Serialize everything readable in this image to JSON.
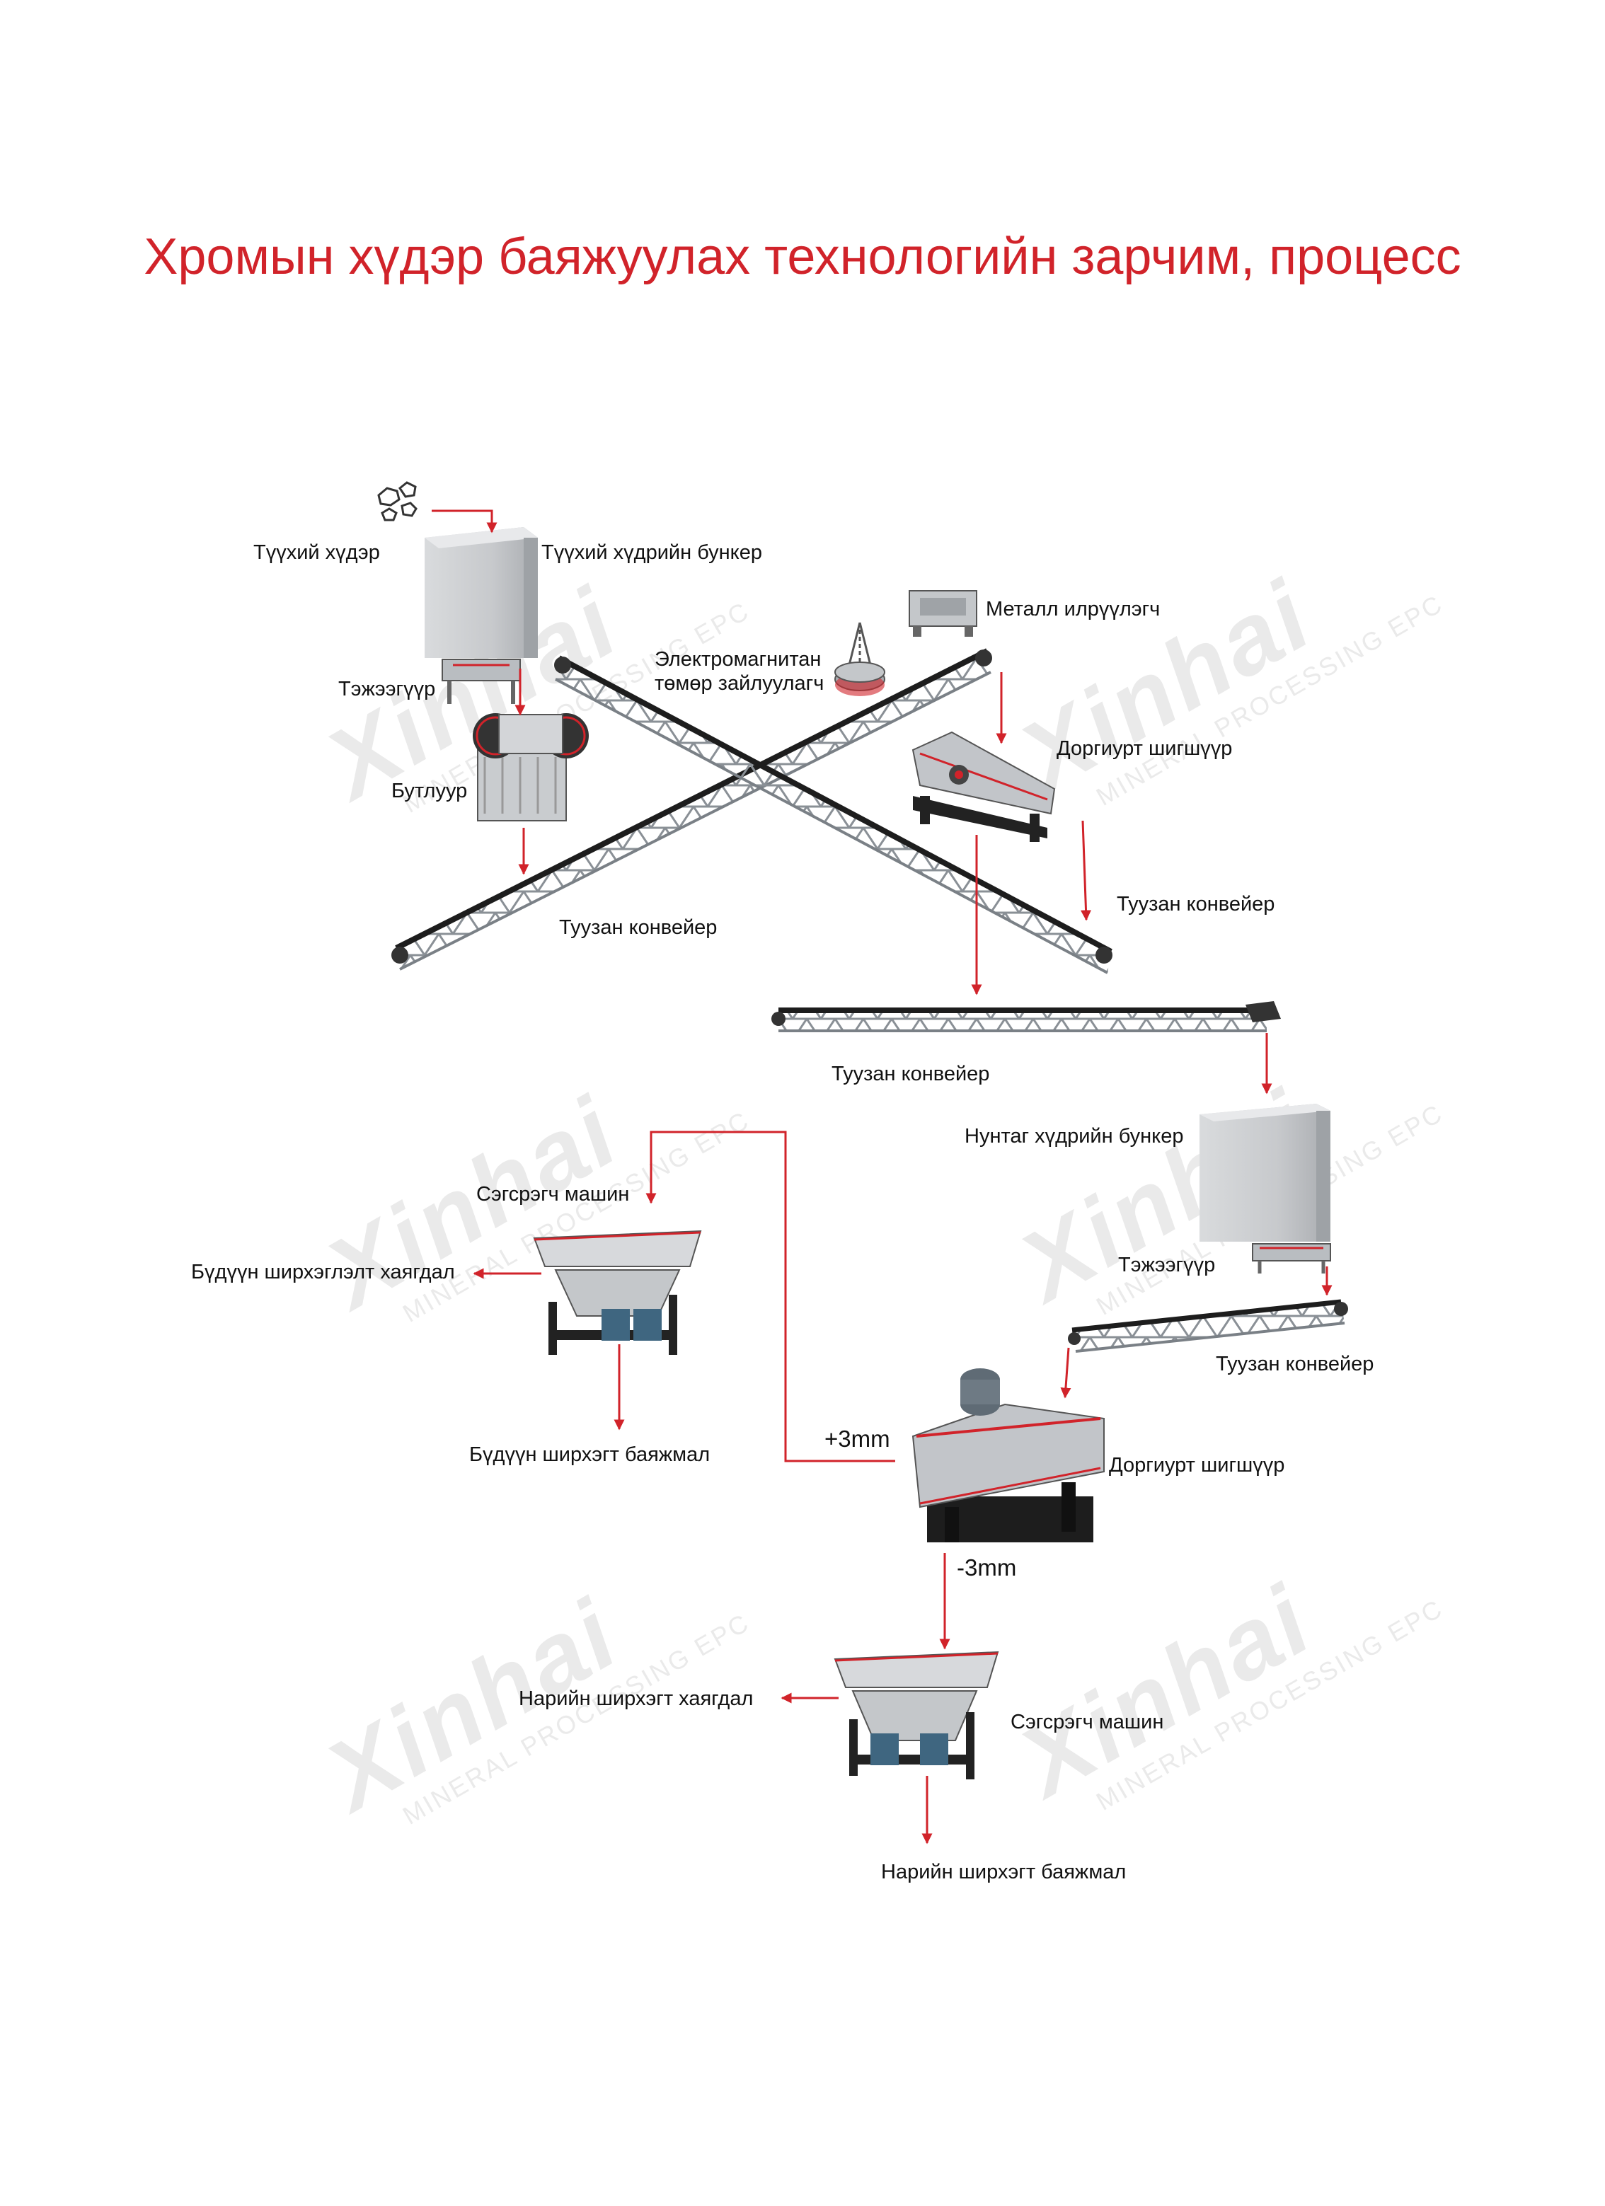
{
  "title": "Хромын хүдэр баяжуулах технологийн зарчим, процесс",
  "labels": {
    "raw_ore": "Түүхий хүдэр",
    "raw_ore_bin": "Түүхий хүдрийн бункер",
    "feeder_1": "Тэжээгүүр",
    "crusher": "Бутлуур",
    "metal_detector": "Металл илрүүлэгч",
    "electromagnet": "Электромагнитан\nтөмөр зайлуулагч",
    "vibrating_screen_1": "Доргиурт шигшүүр",
    "belt_conveyor_1": "Туузан конвейер",
    "belt_conveyor_2": "Туузан конвейер",
    "belt_conveyor_3": "Туузан конвейер",
    "powder_bin": "Нунтаг хүдрийн бункер",
    "feeder_2": "Тэжээгүүр",
    "belt_conveyor_4": "Туузан конвейер",
    "jig_1": "Сэгсрэгч машин",
    "coarse_tailings": "Бүдүүн ширхэглэлт хаягдал",
    "coarse_concentrate": "Бүдүүн ширхэгт баяжмал",
    "plus_3mm": "+3mm",
    "minus_3mm": "-3mm",
    "vibrating_screen_2": "Доргиурт шигшүүр",
    "fine_tailings": "Нарийн ширхэгт хаягдал",
    "jig_2": "Сэгсрэгч машин",
    "fine_concentrate": "Нарийн ширхэгт баяжмал"
  },
  "watermark": {
    "brand": "Xinhai",
    "tagline": "MINERAL PROCESSING EPC"
  },
  "colors": {
    "title": "#d1232a",
    "arrow": "#d1232a",
    "machine_gray": "#bfc3c7",
    "frame_dark": "#2a2a2a"
  }
}
